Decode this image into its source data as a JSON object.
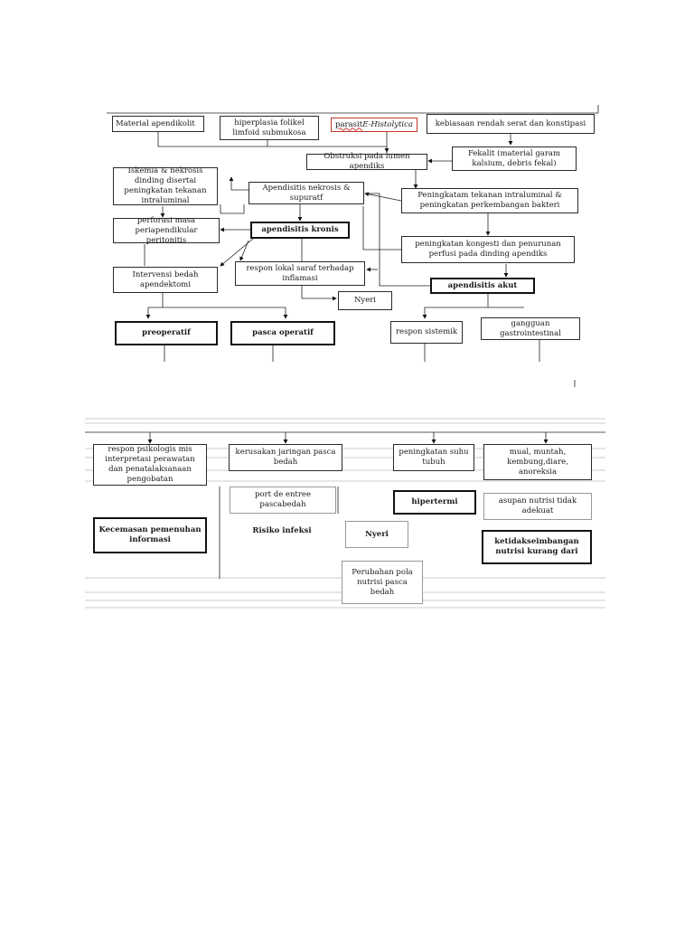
{
  "top_panel": {
    "header_label": "",
    "nodes": {
      "material": "Material apendikolit",
      "hiperplasia": "hiperplasia folikel limfoid submukosa",
      "parasit_prefix": "parasit",
      "parasit_italic": "E-Histolytica",
      "kebiasaan": "kebiasaan rendah serat dan konstipasi",
      "fekalit": "Fekalit (material garam kalsium, debris fekal)",
      "obstruksi": "Obstruksi pada lumen apendiks",
      "iskemia": "Iskemia & nekrosis dinding disertai peningkatan tekanan intraluminal",
      "nekrosis": "Apendisitis nekrosis & supuratf",
      "peningkatan_tekanan": "Peningkatam tekanan intraluminal & peningkatan perkembangan bakteri",
      "perforasi": "perforasi masa periapendikular peritonitis",
      "kronis": "apendisitis kronis",
      "kongesti": "peningkatan kongesti dan penurunan perfusi pada dinding apendiks",
      "intervensi": "Intervensi bedah apendektomi",
      "respon_lokal": "respon lokal saraf terhadap inflamasi",
      "nyeri_top": "Nyeri",
      "akut": "apendisitis akut",
      "preoperatif": "preoperatif",
      "pasca": "pasca operatif",
      "respon_sistemik": "respon sistemik",
      "gangguan": "gangguan gastrointestinal"
    }
  },
  "bottom_panel": {
    "nodes": {
      "respon_psikologis": "respon psikologis mis interpretasi perawatan dan penatalaksanaan pengobatan",
      "kerusakan": "kerusakan jaringan pasca bedah",
      "peningkatan_suhu": "peningkatan suhu tubuh",
      "mual": "mual, muntah, kembung,diare, anoreksia",
      "kecemasan": "Kecemasan pemenuhan informasi",
      "port": "port de entree pascabedah",
      "risiko": "Risiko infeksi",
      "hipertermi": "hipertermi",
      "asupan": "asupan nutrisi tidak adekuat",
      "nyeri_bottom": "Nyeri",
      "ketidakseimbangan": "ketidakseimbangan nutrisi kurang dari",
      "perubahan": "Perubahan pola nutrisi pasca bedah"
    }
  }
}
